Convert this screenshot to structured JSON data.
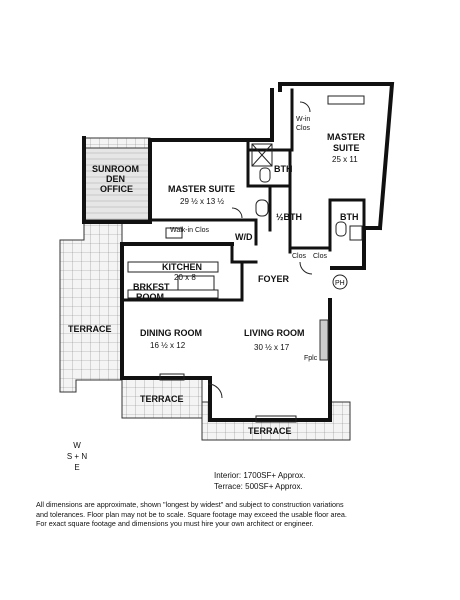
{
  "rooms": {
    "master_suite_2": {
      "name": "MASTER",
      "name2": "SUITE",
      "dims": "25 x 11"
    },
    "walk_in_clos_top": {
      "line1": "W-in",
      "line2": "Clos"
    },
    "sunroom": {
      "line1": "SUNROOM",
      "line2": "DEN",
      "line3": "OFFICE"
    },
    "master_suite_1": {
      "name": "MASTER SUITE",
      "dims": "29 ½ x 13 ½"
    },
    "bth_1": "BTH",
    "half_bth": "½BTH",
    "bth_2": "BTH",
    "walk_in_clos": "Walk-in Clos",
    "wd": "W/D",
    "clos_1": "Clos",
    "clos_2": "Clos",
    "elevator": "PH",
    "kitchen": {
      "name": "KITCHEN",
      "dims": "20 x 8"
    },
    "brkfst": {
      "line1": "BRKFST",
      "line2": "ROOM"
    },
    "foyer": "FOYER",
    "terrace_west": "TERRACE",
    "dining": {
      "name": "DINING ROOM",
      "dims": "16 ½ x 12"
    },
    "living": {
      "name": "LIVING ROOM",
      "dims": "30 ½ x 17"
    },
    "fplc": "Fplc",
    "terrace_south": "TERRACE",
    "terrace_east": "TERRACE"
  },
  "compass": {
    "top": "W",
    "mid": "S + N",
    "bottom": "E"
  },
  "areas": {
    "interior": "Interior:  1700SF+ Approx.",
    "terrace": "Terrace:  500SF+ Approx."
  },
  "disclaimer": [
    "All dimensions are approximate, shown \"longest by widest\" and subject to construction variations",
    "and tolerances. Floor plan may not be to scale. Square footage may exceed the usable floor area.",
    "For exact square footage and dimensions you must hire your own architect or engineer."
  ]
}
